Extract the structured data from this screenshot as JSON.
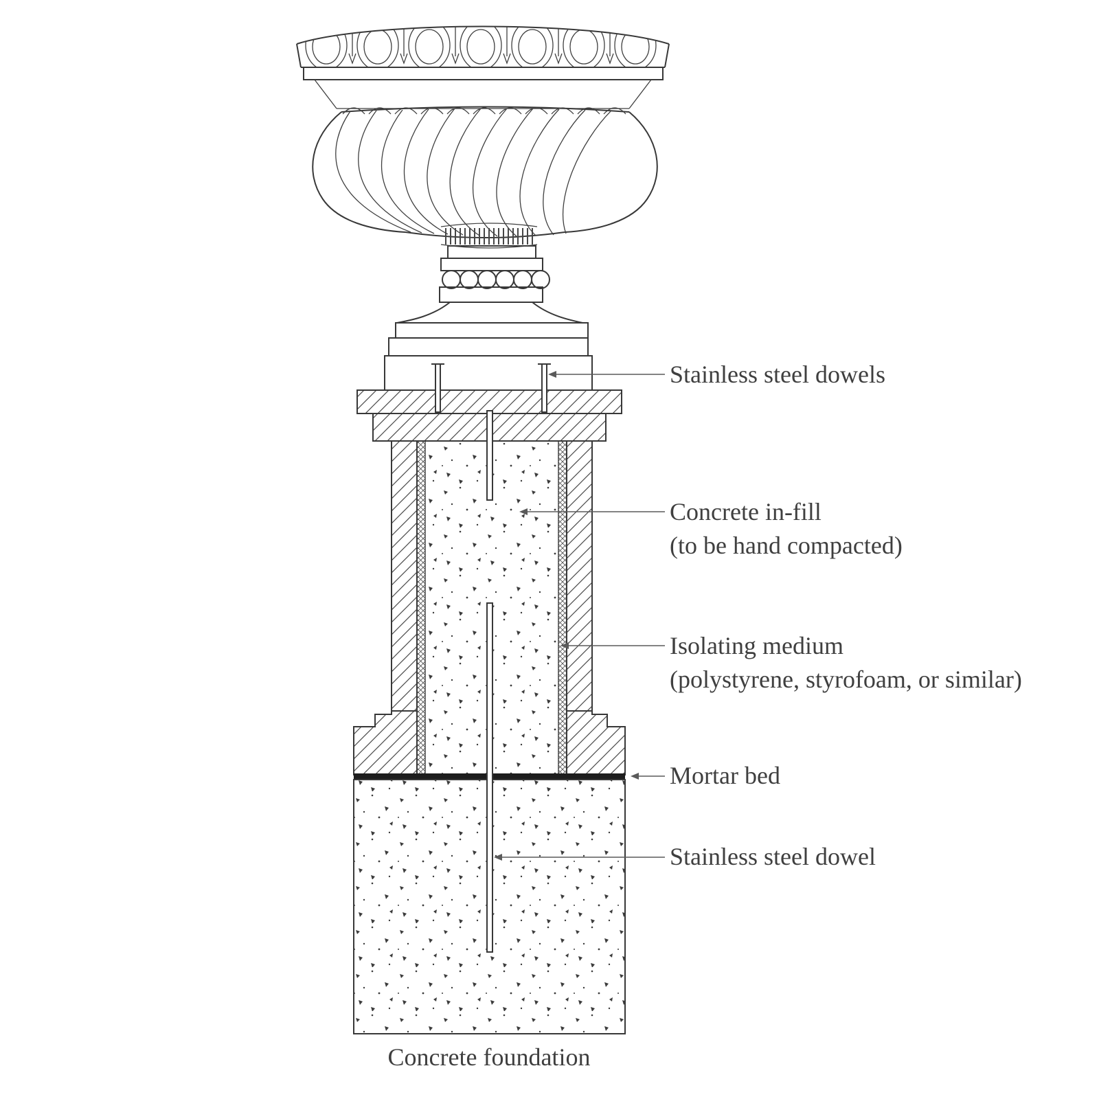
{
  "diagram": {
    "background": "#ffffff",
    "line_color": "#383838",
    "text_color": "#3f3f3f",
    "annotations": {
      "stainless_steel_dowels": "Stainless steel dowels",
      "concrete_infill_line1": "Concrete in-fill",
      "concrete_infill_line2": "(to be hand compacted)",
      "isolating_medium_line1": "Isolating medium",
      "isolating_medium_line2": "(polystyrene, styrofoam, or similar)",
      "mortar_bed": "Mortar bed",
      "stainless_steel_dowel": "Stainless steel dowel",
      "concrete_foundation": "Concrete foundation"
    }
  }
}
